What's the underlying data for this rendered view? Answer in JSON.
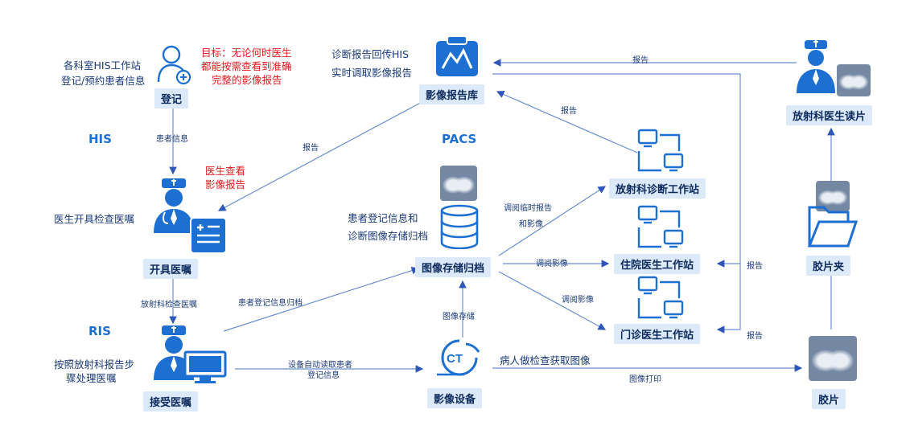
{
  "sections": {
    "his": "HIS",
    "pacs": "PACS",
    "ris": "RIS"
  },
  "nodes": {
    "register": "登记",
    "issue_order": "开具医嘱",
    "accept_order": "接受医嘱",
    "report_library": "影像报告库",
    "image_archive": "图像存储归档",
    "imaging_device": "影像设备",
    "radiology_station": "放射科诊断工作站",
    "inpatient_station": "住院医生工作站",
    "outpatient_station": "门诊医生工作站",
    "radiologist_read": "放射科医生读片",
    "film_folder": "胶片夹",
    "film": "胶片"
  },
  "texts": {
    "his_workstation_1": "各科室HIS工作站",
    "his_workstation_2": "登记/预约患者信息",
    "goal_1": "目标：无论何时医生",
    "goal_2": "都能按需查看到准确",
    "goal_3": "完整的影像报告",
    "doctor_view_1": "医生查看",
    "doctor_view_2": "影像报告",
    "doctor_order": "医生开具检查医嘱",
    "ris_process_1": "按照放射科报告步",
    "ris_process_2": "骤处理医嘱",
    "report_back_1": "诊断报告回传HIS",
    "report_back_2": "实时调取影像报告",
    "archive_desc_1": "患者登记信息和",
    "archive_desc_2": "诊断图像存储归档",
    "patient_exam": "病人做检查获取图像"
  },
  "edge_labels": {
    "patient_info": "患者信息",
    "radiology_order": "放射科检查医嘱",
    "report_to_order": "报告",
    "report_from_radiologist": "报告",
    "report_from_station": "报告",
    "registration_archive": "患者登记信息归档",
    "device_read_1": "设备自动读取患者",
    "device_read_2": "登记信息",
    "image_store": "图像存储",
    "temp_report_1": "调阅临时报告",
    "temp_report_2": "和影像",
    "view_images_inpatient": "调阅影像",
    "view_images_outpatient": "调阅影像",
    "report_inpatient": "报告",
    "report_outpatient": "报告",
    "image_print": "图像打印"
  },
  "colors": {
    "accent": "#1d6fd1",
    "dark": "#0d2a5c",
    "label_bg": "#dbe9f9",
    "warning": "#e3191c",
    "line": "#6a8fd0"
  }
}
